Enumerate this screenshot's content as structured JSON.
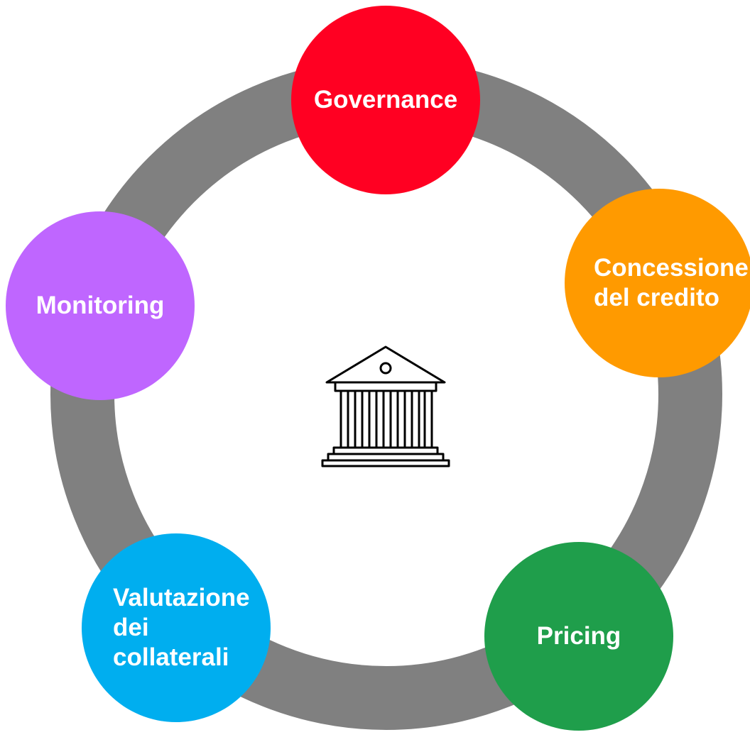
{
  "diagram": {
    "center_icon": "bank-icon",
    "ring_color": "#808080",
    "nodes": [
      {
        "id": "governance",
        "label": "Governance",
        "color": "#FF0022"
      },
      {
        "id": "concessione",
        "label": "Concessione\ndel credito",
        "color": "#FF9A00"
      },
      {
        "id": "pricing",
        "label": "Pricing",
        "color": "#1F9E4B"
      },
      {
        "id": "valutazione",
        "label": "Valutazione\ndei\ncollaterali",
        "color": "#00AEEF"
      },
      {
        "id": "monitoring",
        "label": "Monitoring",
        "color": "#BF66FF"
      }
    ]
  }
}
